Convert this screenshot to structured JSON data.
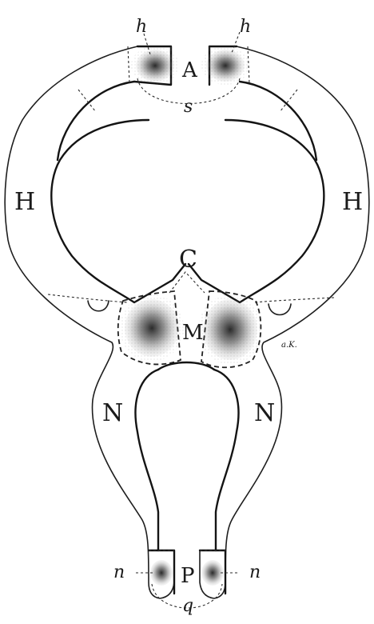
{
  "labels": {
    "A": "A",
    "C": "C",
    "M": "M",
    "P": "P",
    "H_left": "H",
    "H_right": "H",
    "N_left": "N",
    "N_right": "N",
    "h_left": "h",
    "h_right": "h",
    "s": "s",
    "n_left": "n",
    "n_right": "n",
    "q": "q",
    "artist_mark": "a.K."
  },
  "colors": {
    "ink": "#1e1e1e",
    "stipple": "#3a3a3a",
    "paper": "#ffffff"
  }
}
